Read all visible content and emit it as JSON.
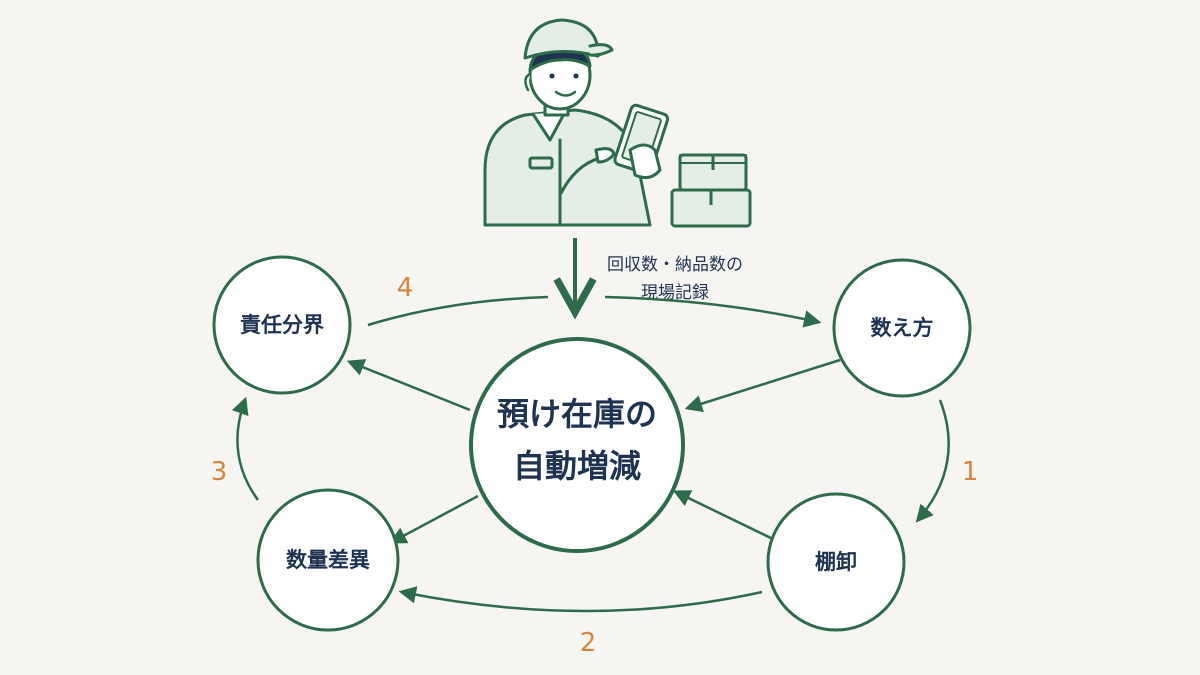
{
  "center": {
    "line1": "預け在庫の",
    "line2": "自動増減"
  },
  "nodes": {
    "top_left": "責任分界",
    "top_right": "数え方",
    "bottom_right": "棚卸",
    "bottom_left": "数量差異"
  },
  "steps": {
    "s1": "1",
    "s2": "2",
    "s3": "3",
    "s4": "4"
  },
  "note": {
    "line1": "回収数・納品数の",
    "line2": "現場記録"
  },
  "colors": {
    "line": "#2e6b4b",
    "accent": "#d98540",
    "text": "#1f3350",
    "background": "#f6f5f2",
    "fill_light": "#e4eee6"
  },
  "icons": {
    "worker": "worker-with-tablet-icon",
    "boxes": "stacked-boxes-icon"
  }
}
